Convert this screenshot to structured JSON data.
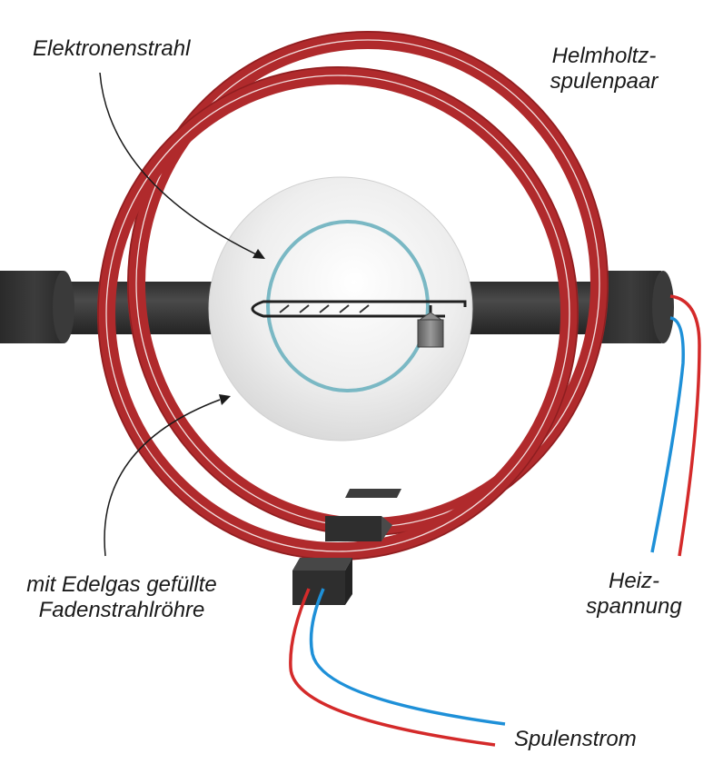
{
  "labels": {
    "electron_beam": "Elektronenstrahl",
    "helmholtz_line1": "Helmholtz-",
    "helmholtz_line2": "spulenpaar",
    "tube_line1": "mit Edelgas gefüllte",
    "tube_line2": "Fadenstrahlröhre",
    "heater_line1": "Heiz-",
    "heater_line2": "spannung",
    "coil_current": "Spulenstrom"
  },
  "colors": {
    "coil": "#b02a2c",
    "coil_highlight": "#ffffff",
    "rod": "#333333",
    "bulb": "#e8e8e8",
    "beam": "#7ab8c4",
    "wire_red": "#d42a2a",
    "wire_blue": "#1e90d8",
    "text": "#1a1a1a"
  }
}
